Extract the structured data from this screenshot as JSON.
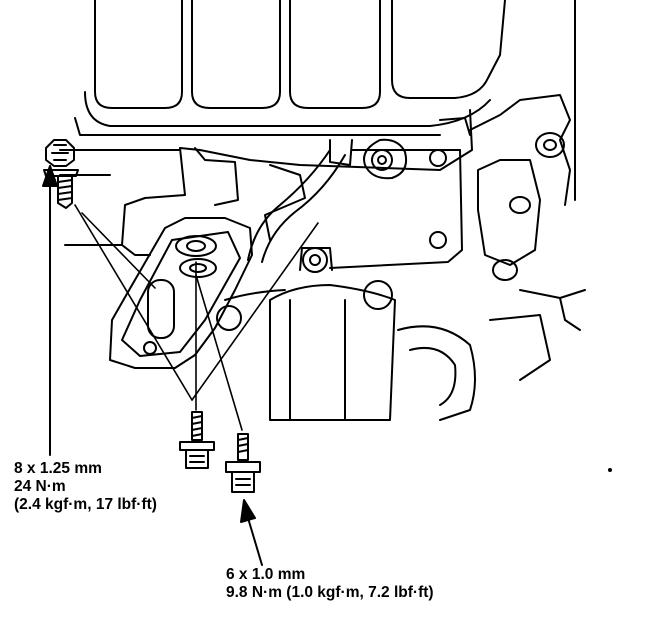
{
  "callouts": {
    "bolt_8mm": {
      "size": "8 x 1.25 mm",
      "torque": "24 N·m",
      "torque_alt": "(2.4 kgf·m, 17 lbf·ft)"
    },
    "bolt_6mm": {
      "size": "6 x 1.0 mm",
      "torque": "9.8 N·m (1.0 kgf·m, 7.2 lbf·ft)"
    }
  },
  "colors": {
    "ink": "#000000",
    "paper": "#ffffff"
  }
}
